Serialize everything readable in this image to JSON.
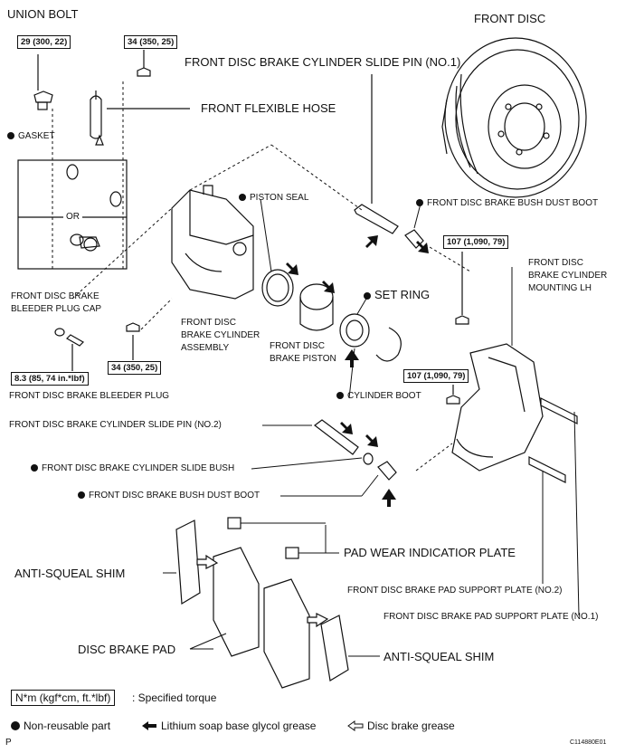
{
  "labels": {
    "union_bolt": "UNION BOLT",
    "front_disc": "FRONT DISC",
    "slide_pin_no1": "FRONT DISC BRAKE CYLINDER SLIDE PIN (NO.1)",
    "flexible_hose": "FRONT FLEXIBLE HOSE",
    "gasket": "GASKET",
    "or": "OR",
    "piston_seal": "PISTON SEAL",
    "bush_dust_boot_top": "FRONT DISC BRAKE BUSH DUST BOOT",
    "mounting_line1": "FRONT DISC",
    "mounting_line2": "BRAKE CYLINDER",
    "mounting_line3": "MOUNTING LH",
    "bleeder_cap_line1": "FRONT DISC BRAKE",
    "bleeder_cap_line2": "BLEEDER PLUG CAP",
    "set_ring": "SET RING",
    "cyl_assy_line1": "FRONT DISC",
    "cyl_assy_line2": "BRAKE CYLINDER",
    "cyl_assy_line3": "ASSEMBLY",
    "piston_line1": "FRONT DISC",
    "piston_line2": "BRAKE PISTON",
    "bleeder_plug": "FRONT DISC BRAKE BLEEDER PLUG",
    "cylinder_boot": "CYLINDER BOOT",
    "slide_pin_no2": "FRONT DISC BRAKE CYLINDER SLIDE PIN (NO.2)",
    "slide_bush": "FRONT DISC BRAKE CYLINDER SLIDE BUSH",
    "bush_dust_boot_bottom": "FRONT DISC BRAKE BUSH DUST BOOT",
    "pad_wear_plate": "PAD WEAR INDICATIOR PLATE",
    "anti_squeal_left": "ANTI-SQUEAL SHIM",
    "support_plate_no2": "FRONT DISC BRAKE PAD SUPPORT PLATE (NO.2)",
    "support_plate_no1": "FRONT DISC BRAKE PAD SUPPORT PLATE (NO.1)",
    "disc_brake_pad": "DISC BRAKE PAD",
    "anti_squeal_right": "ANTI-SQUEAL SHIM"
  },
  "torques": {
    "union_bolt": "29 (300, 22)",
    "bleeder_mount_bolt": "34 (350, 25)",
    "mounting_upper": "107 (1,090, 79)",
    "mounting_lower": "107 (1,090, 79)",
    "bleeder_plug": "8.3 (85, 74 in.*lbf)",
    "cylinder_lower_bolt": "34 (350, 25)"
  },
  "legend": {
    "torque_box": "N*m (kgf*cm, ft.*lbf)",
    "torque_desc": ": Specified torque",
    "non_reusable": "Non-reusable part",
    "lithium": "Lithium soap base glycol grease",
    "disc_grease": "Disc brake grease"
  },
  "footer": {
    "page_mark": "P",
    "figure_code": "C114880E01"
  }
}
